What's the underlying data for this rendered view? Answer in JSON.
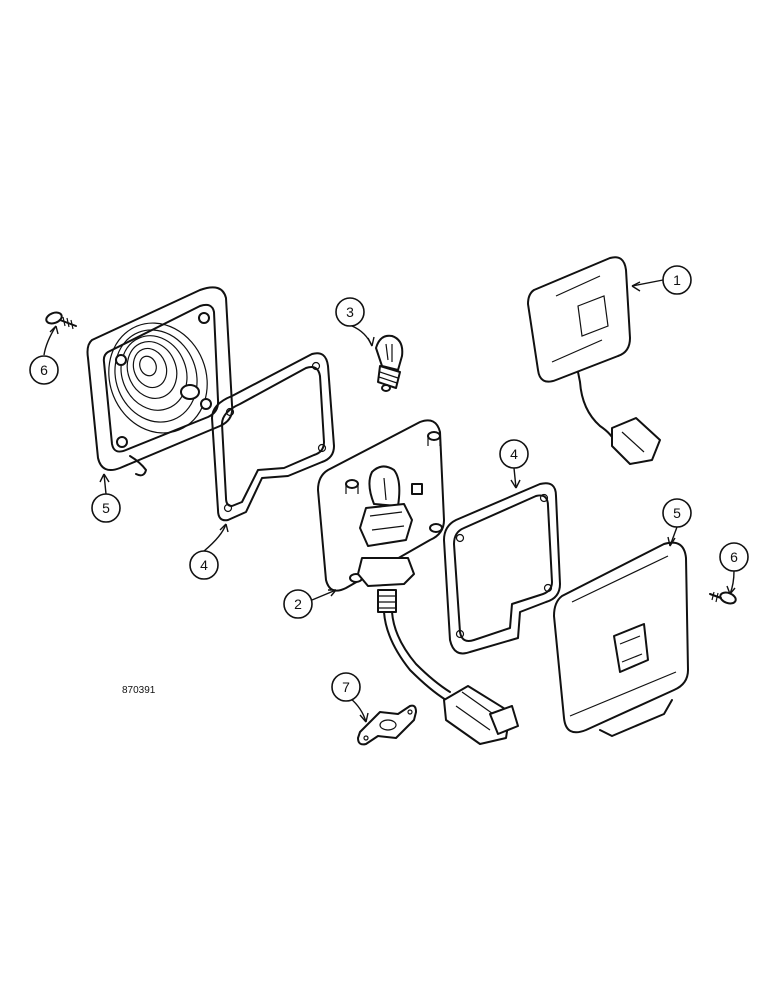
{
  "figure_code": "870391",
  "callouts": [
    {
      "id": "1",
      "label": "1"
    },
    {
      "id": "2",
      "label": "2"
    },
    {
      "id": "3",
      "label": "3"
    },
    {
      "id": "4a",
      "label": "4"
    },
    {
      "id": "4b",
      "label": "4"
    },
    {
      "id": "5a",
      "label": "5"
    },
    {
      "id": "5b",
      "label": "5"
    },
    {
      "id": "6a",
      "label": "6"
    },
    {
      "id": "6b",
      "label": "6"
    },
    {
      "id": "7",
      "label": "7"
    }
  ]
}
